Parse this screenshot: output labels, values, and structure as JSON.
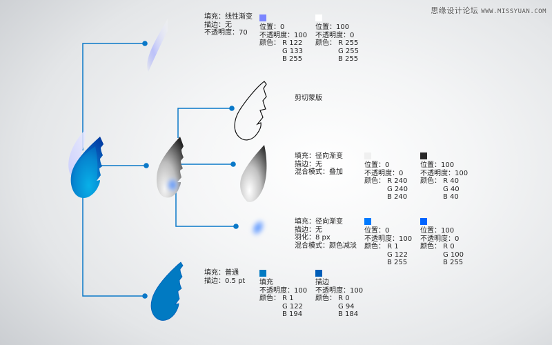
{
  "watermark": {
    "site_name": "思缘设计论坛",
    "url": "WWW.MISSYUAN.COM"
  },
  "layers": {
    "top_gradient": {
      "props": [
        "填充：线性渐变",
        "描边：无",
        "不透明度：70"
      ],
      "stops": [
        {
          "color": "#7a85ff",
          "position": "位置：0",
          "opacity": "不透明度：100",
          "r": "颜色： R 122",
          "g": "G 133",
          "b": "B 255"
        },
        {
          "color": "#ffffff",
          "position": "位置：100",
          "opacity": "不透明度：0",
          "r": "颜色： R 255",
          "g": "G 255",
          "b": "B 255"
        }
      ]
    },
    "clipping_mask": {
      "label": "剪切蒙版"
    },
    "overlay_radial": {
      "props": [
        "填充：径向渐变",
        "描边：无",
        "混合模式：叠加"
      ],
      "stops": [
        {
          "color": "#f0f0f0",
          "position": "位置：0",
          "opacity": "不透明度：0",
          "r": "颜色： R 240",
          "g": "G 240",
          "b": "B 240"
        },
        {
          "color": "#282828",
          "position": "位置：100",
          "opacity": "不透明度：100",
          "r": "颜色： R 40",
          "g": "G 40",
          "b": "B 40"
        }
      ]
    },
    "dodge_radial": {
      "props": [
        "填充：径向渐变",
        "描边：无",
        "羽化：8 px",
        "混合模式：颜色减淡"
      ],
      "stops": [
        {
          "color": "#017aff",
          "position": "位置：0",
          "opacity": "不透明度：100",
          "r": "颜色： R 1",
          "g": "G 122",
          "b": "B 255"
        },
        {
          "color": "#0064ff",
          "position": "位置：100",
          "opacity": "不透明度：0",
          "r": "颜色： R 0",
          "g": "G 100",
          "b": "B 255"
        }
      ]
    },
    "base_fill": {
      "props": [
        "填充：普通",
        "描边：0.5 pt"
      ],
      "stops": [
        {
          "color": "#017ac2",
          "position": "填充",
          "opacity": "不透明度：100",
          "r": "颜色： R 1",
          "g": "G 122",
          "b": "B 194"
        },
        {
          "color": "#005eb8",
          "position": "描边",
          "opacity": "不透明度：100",
          "r": "颜色： R 0",
          "g": "G 94",
          "b": "B 184"
        }
      ]
    }
  },
  "colors": {
    "connector": "#0a78c8"
  }
}
